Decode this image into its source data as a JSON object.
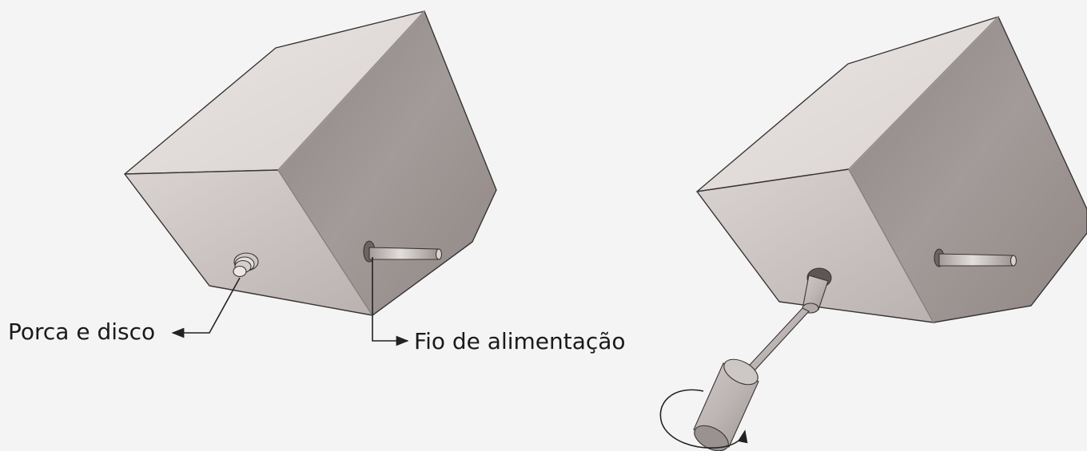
{
  "figure": {
    "left_view": {
      "callouts": [
        {
          "id": "nut",
          "label": "Porca e disco"
        },
        {
          "id": "cord",
          "label": "Fio de alimentação"
        }
      ]
    },
    "right_view": {
      "callouts": []
    }
  },
  "colors": {
    "background": "#f4f4f4",
    "box_top": "#e4e0de",
    "box_left": "#cdc7c5",
    "box_right": "#9c9391",
    "outline": "#3a3434",
    "label_text": "#1a1a1a"
  },
  "icons": {
    "rotation_arrow": "rotate-arrow-icon"
  }
}
